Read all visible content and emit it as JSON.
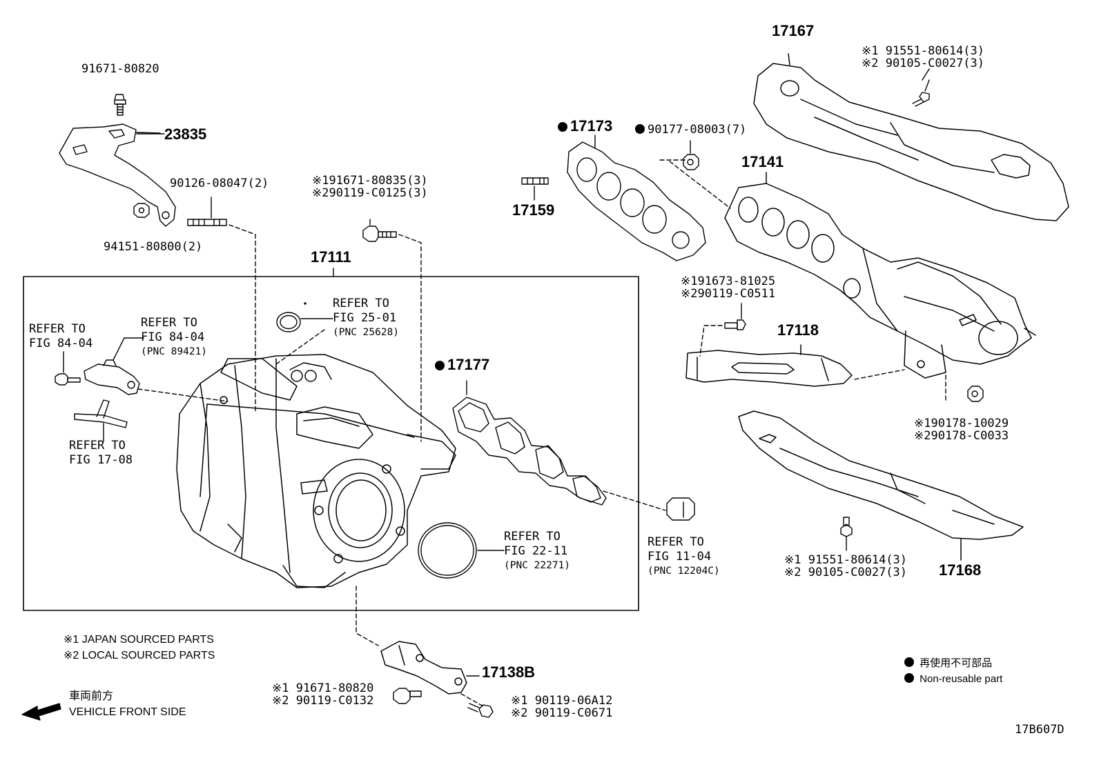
{
  "labels": {
    "p91671_80820_top": "91671-80820",
    "p23835": "23835",
    "p90126": "90126-08047(2)",
    "p94151": "94151-80800(2)",
    "p17111": "17111",
    "p17159": "17159",
    "p17173": "17173",
    "p90177": "90177-08003(7)",
    "p17167": "17167",
    "p17141": "17141",
    "p17118": "17118",
    "p17177": "17177",
    "p17168": "17168",
    "p17138B": "17138B",
    "diagram_id": "17B607D"
  },
  "refs": {
    "fig84_left": [
      "REFER TO",
      "FIG 84-04"
    ],
    "fig84_right": [
      "REFER TO",
      "FIG 84-04",
      "(PNC 89421)"
    ],
    "fig17": [
      "REFER TO",
      "FIG 17-08"
    ],
    "fig25": [
      "REFER TO",
      "FIG 25-01",
      "(PNC 25628)"
    ],
    "fig22": [
      "REFER TO",
      "FIG 22-11",
      "(PNC 22271)"
    ],
    "fig11": [
      "REFER TO",
      "FIG 11-04",
      "(PNC 12204C)"
    ]
  },
  "stacks": {
    "bolt_top": [
      "※191671-80835(3)",
      "※290119-C0125(3)"
    ],
    "shield_top": [
      "※1 91551-80614(3)",
      "※2 90105-C0027(3)"
    ],
    "bolt_17118": [
      "※191673-81025",
      "※290119-C0511"
    ],
    "nut_right": [
      "※190178-10029",
      "※290178-C0033"
    ],
    "shield_bottom": [
      "※1 91551-80614(3)",
      "※2 90105-C0027(3)"
    ],
    "bolt_bottom_left": [
      "※1 91671-80820",
      "※2 90119-C0132"
    ],
    "bolt_bottom_right": [
      "※1 90119-06A12",
      "※2 90119-C0671"
    ]
  },
  "notes": {
    "japan": "※1 JAPAN SOURCED PARTS",
    "local": "※2 LOCAL SOURCED PARTS",
    "front_jp": "車両前方",
    "front_en": "VEHICLE FRONT SIDE"
  },
  "legend": {
    "jp": "再使用不可部品",
    "en": "Non-reusable part"
  }
}
